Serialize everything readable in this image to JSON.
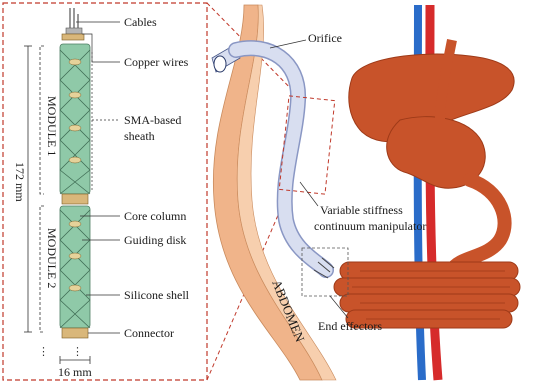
{
  "labels": {
    "cables": "Cables",
    "copper_wires": "Copper wires",
    "sma_sheath_line1": "SMA-based",
    "sma_sheath_line2": "sheath",
    "core_column": "Core column",
    "guiding_disk": "Guiding disk",
    "silicone_shell": "Silicone shell",
    "connector": "Connector",
    "module_1": "MODULE 1",
    "module_2": "MODULE 2",
    "length": "172 mm",
    "width": "16 mm",
    "orifice": "Orifice",
    "manipulator_line1": "Variable stiffness",
    "manipulator_line2": "continuum manipulator",
    "end_effectors": "End effectors",
    "abdomen": "ABDOMEN"
  },
  "colors": {
    "frame_dashed": "#c0392b",
    "organ": "#c8532a",
    "organ_dark": "#9e3a18",
    "abdomen_wall": "#f0b48a",
    "artery": "#d62b2b",
    "vein": "#2a6cc9",
    "manipulator": "#d8def0",
    "module_green": "#8fc9a8"
  }
}
